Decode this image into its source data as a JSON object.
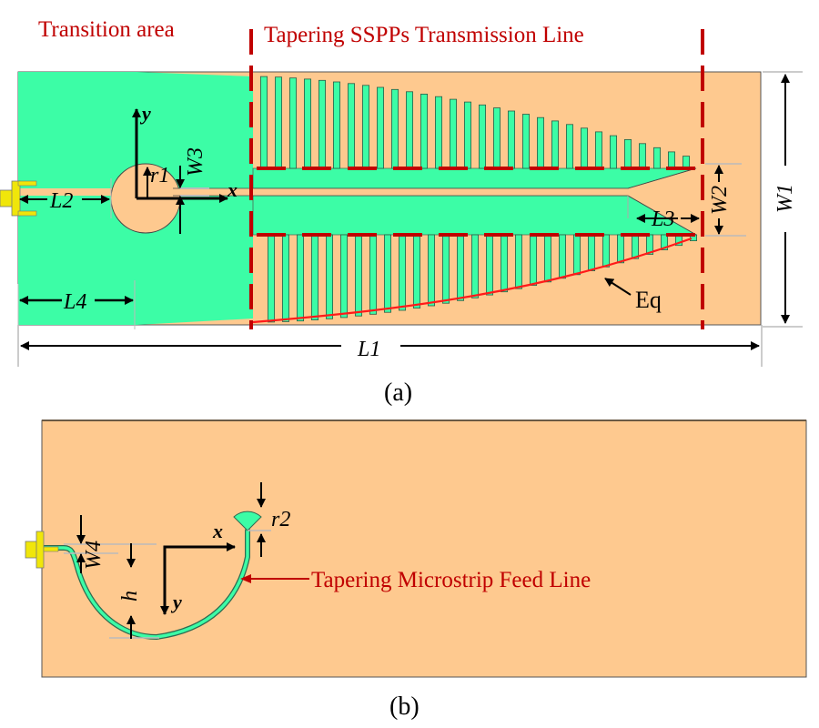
{
  "figure": {
    "panel_a": {
      "caption": "(a)",
      "region_labels": {
        "transition": "Transition area",
        "sspp": "Tapering SSPPs Transmission Line"
      },
      "dimensions": {
        "L1": "L1",
        "L2": "L2",
        "L3": "L3",
        "L4": "L4",
        "W1": "W1",
        "W2": "W2",
        "W3": "W3",
        "r1": "r1"
      },
      "axes": {
        "x": "x",
        "y": "y"
      },
      "curve_label": "Eq",
      "finger_count": 30
    },
    "panel_b": {
      "caption": "(b)",
      "feed_label": "Tapering Microstrip Feed Line",
      "dimensions": {
        "W4": "W4",
        "h": "h",
        "r2": "r2"
      },
      "axes": {
        "x": "x",
        "y": "y"
      }
    },
    "colors": {
      "metal": "#3cfda6",
      "substrate": "#fec98f",
      "annotation_red": "#c00000",
      "eq_curve": "#ff1a1a",
      "connector": "#f0e60a"
    }
  }
}
